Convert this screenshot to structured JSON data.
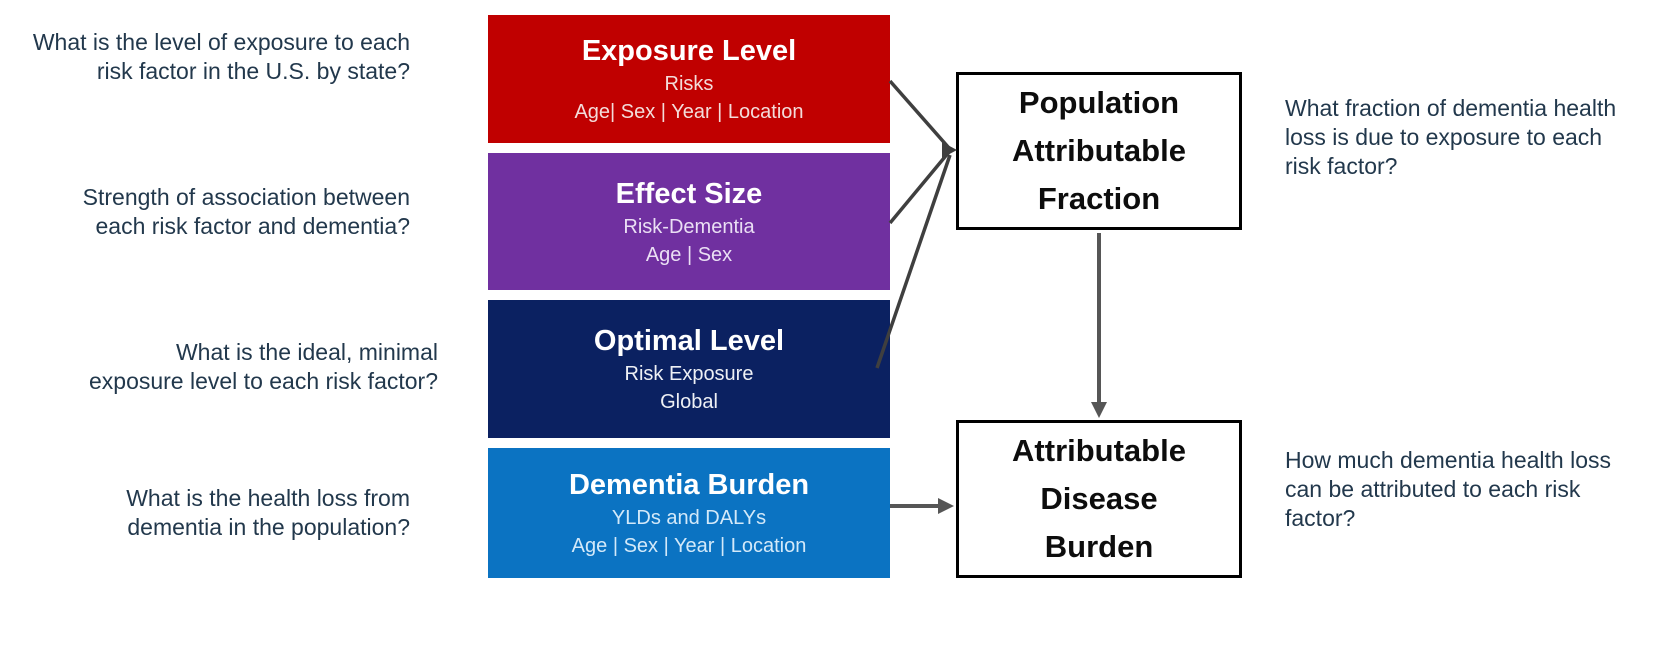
{
  "colors": {
    "exposure_red": "#C00000",
    "effect_purple": "#7030A0",
    "optimal_navy": "#0B2161",
    "burden_blue": "#0B73C2",
    "arrow_gray": "#474747",
    "question_text": "#22384C",
    "flow_box_border": "#000000",
    "flow_box_text": "#0D0D0D"
  },
  "left_questions": [
    {
      "lines": [
        "What is the level of exposure to each",
        "risk factor in the U.S. by state?"
      ]
    },
    {
      "lines": [
        "Strength of association between",
        "each risk factor and dementia?"
      ]
    },
    {
      "lines": [
        "What is the ideal, minimal",
        "exposure level to each risk factor?"
      ]
    },
    {
      "lines": [
        "What is the health loss from",
        "dementia in the population?"
      ]
    }
  ],
  "source_boxes": [
    {
      "title": "Exposure Level",
      "subtitle": "Risks",
      "detail": "Age| Sex | Year | Location"
    },
    {
      "title": "Effect Size",
      "subtitle": "Risk-Dementia",
      "detail": "Age | Sex"
    },
    {
      "title": "Optimal Level",
      "subtitle": "Risk Exposure",
      "detail": "Global"
    },
    {
      "title": "Dementia Burden",
      "subtitle": "YLDs and DALYs",
      "detail": "Age | Sex | Year | Location"
    }
  ],
  "flow_boxes": [
    {
      "lines": [
        "Population",
        "Attributable",
        "Fraction"
      ]
    },
    {
      "lines": [
        "Attributable",
        "Disease",
        "Burden"
      ]
    }
  ],
  "right_questions": [
    {
      "lines": [
        "What fraction of dementia health",
        "loss is due to exposure to each",
        "risk factor?"
      ]
    },
    {
      "lines": [
        "How much dementia health loss",
        "can be attributed to each risk",
        "factor?"
      ]
    }
  ]
}
